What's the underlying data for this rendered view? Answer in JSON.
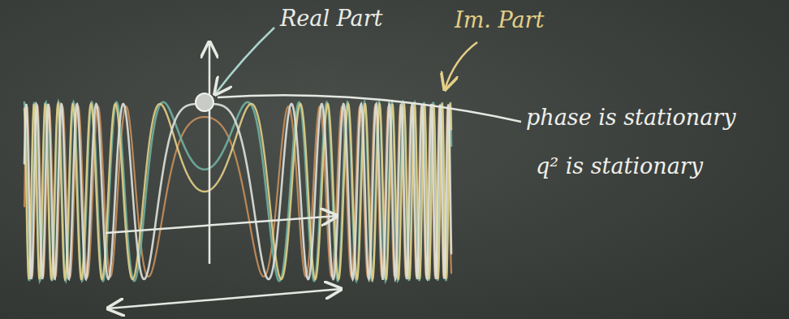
{
  "diagram": {
    "labels": [
      "Real Part",
      "Im. Part",
      "phase is stationary",
      "q² is stationary"
    ]
  }
}
